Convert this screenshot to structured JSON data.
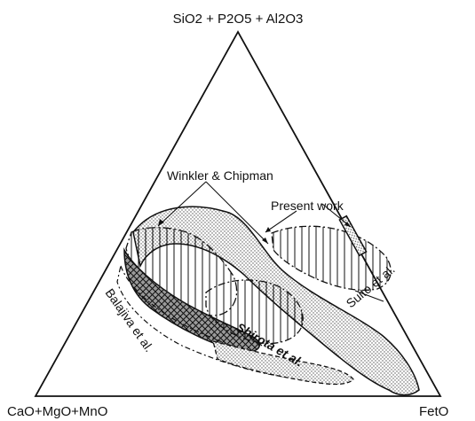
{
  "diagram": {
    "type": "ternary",
    "vertices": {
      "top": "SiO2 + P2O5 + Al2O3",
      "bottom_left": "CaO+MgO+MnO",
      "bottom_right": "FetO"
    },
    "regions": {
      "winkler": "Winkler & Chipman",
      "present": "Present work",
      "suito": "Suito et al.",
      "balajiva": "Balajiva et al.",
      "shirota": "Shirota et al."
    },
    "colors": {
      "stroke": "#111111",
      "stipple": "#bdbdbd",
      "background": "#ffffff"
    }
  }
}
